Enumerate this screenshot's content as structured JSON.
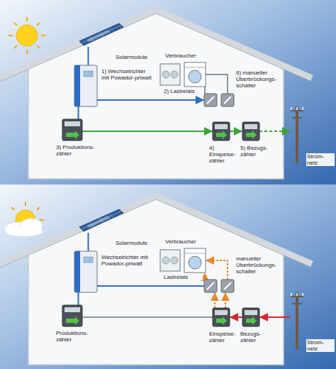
{
  "diagram": {
    "nodes": [
      {
        "text": [
          "Solarmodule"
        ]
      },
      {
        "text": [
          "1) Wechselrichter mit Powador-priwatt"
        ]
      },
      {
        "text": [
          "Verbraucher"
        ]
      },
      {
        "text": [
          "2) Lastrelais"
        ]
      },
      {
        "text": [
          "6) manueller Überbrückungs-schalter"
        ]
      },
      {
        "text": [
          "3) Produktions-zähler"
        ]
      },
      {
        "text": [
          "4) Einspeise-zähler"
        ]
      },
      {
        "text": [
          "5) Bezugs-zähler"
        ]
      },
      {
        "text": [
          "Strom-netz"
        ]
      },
      {
        "text": [
          "Solarmodule"
        ]
      },
      {
        "text": [
          "Wechselrichter mit Powador-priwatt"
        ]
      },
      {
        "text": [
          "Verbraucher"
        ]
      },
      {
        "text": [
          "Lastrelais"
        ]
      },
      {
        "text": [
          "manueller Überbrückungs-schalter"
        ]
      },
      {
        "text": [
          "Produktions-zähler"
        ]
      },
      {
        "text": [
          "Einspeise-zähler"
        ]
      },
      {
        "text": [
          "Bezugs-zähler"
        ]
      },
      {
        "text": [
          "Strom-netz"
        ]
      }
    ],
    "edges": [
      {
        "from": 0,
        "to": 1,
        "arrow": "none"
      },
      {
        "from": 1,
        "to": 3,
        "arrow": "to"
      },
      {
        "from": 1,
        "to": 5,
        "arrow": "none"
      },
      {
        "from": 5,
        "to": 6,
        "arrow": "to"
      },
      {
        "from": 6,
        "to": 7,
        "arrow": "to"
      },
      {
        "from": 7,
        "to": 8,
        "arrow": "to"
      },
      {
        "from": 3,
        "to": 2,
        "arrow": "none"
      },
      {
        "from": 4,
        "to": 2,
        "arrow": "none"
      },
      {
        "from": 9,
        "to": 10,
        "arrow": "none"
      },
      {
        "from": 10,
        "to": 12,
        "arrow": "none"
      },
      {
        "from": 10,
        "to": 14,
        "arrow": "none"
      },
      {
        "from": 14,
        "to": 15,
        "arrow": "none"
      },
      {
        "from": 17,
        "to": 16,
        "arrow": "to"
      },
      {
        "from": 16,
        "to": 15,
        "arrow": "to"
      },
      {
        "from": 15,
        "to": 12,
        "arrow": "to"
      },
      {
        "from": 15,
        "to": 13,
        "arrow": "to"
      },
      {
        "from": 12,
        "to": 11,
        "arrow": "to"
      },
      {
        "from": 13,
        "to": 11,
        "arrow": "to"
      }
    ]
  }
}
